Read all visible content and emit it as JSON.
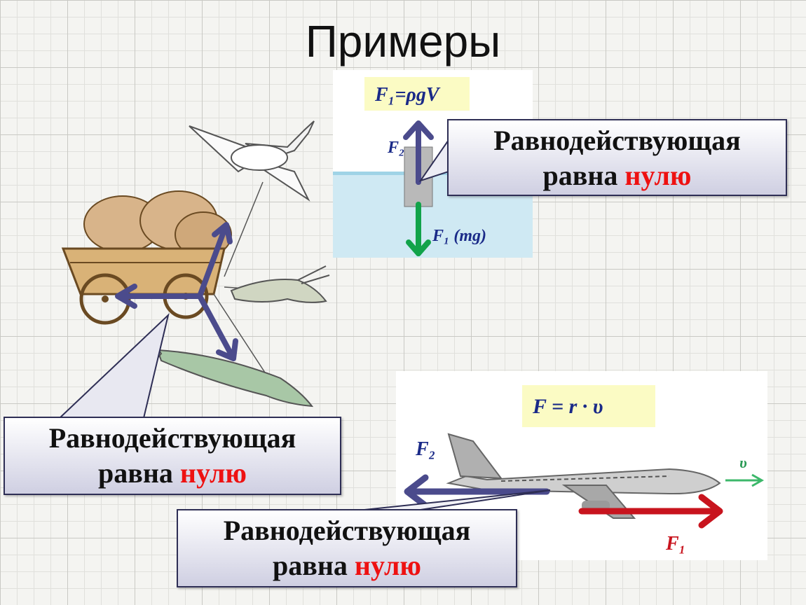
{
  "slide": {
    "title": "Примеры"
  },
  "callout_top": {
    "line1": "Равнодействующая",
    "line2_prefix": "равна",
    "line2_highlight": "нулю"
  },
  "callout_left": {
    "line1": "Равнодействующая",
    "line2_prefix": "равна",
    "line2_highlight": "нулю"
  },
  "callout_bottom": {
    "line1": "Равнодействующая",
    "line2_prefix": "равна",
    "line2_highlight": "нулю"
  },
  "float_panel": {
    "formula": "F₁=ρgV",
    "force_up_label": "F₂",
    "force_down_label": "F₁ (mg)"
  },
  "plane_panel": {
    "formula": "F = r · υ",
    "drag_label": "F₂",
    "thrust_label": "F₁",
    "velocity_label": "υ"
  },
  "colors": {
    "arrow_violet": "#4b4b8c",
    "arrow_green": "#12a34a",
    "arrow_red": "#c8141e",
    "highlight_red": "#e11111",
    "formula_bg": "#fbfbc4"
  }
}
